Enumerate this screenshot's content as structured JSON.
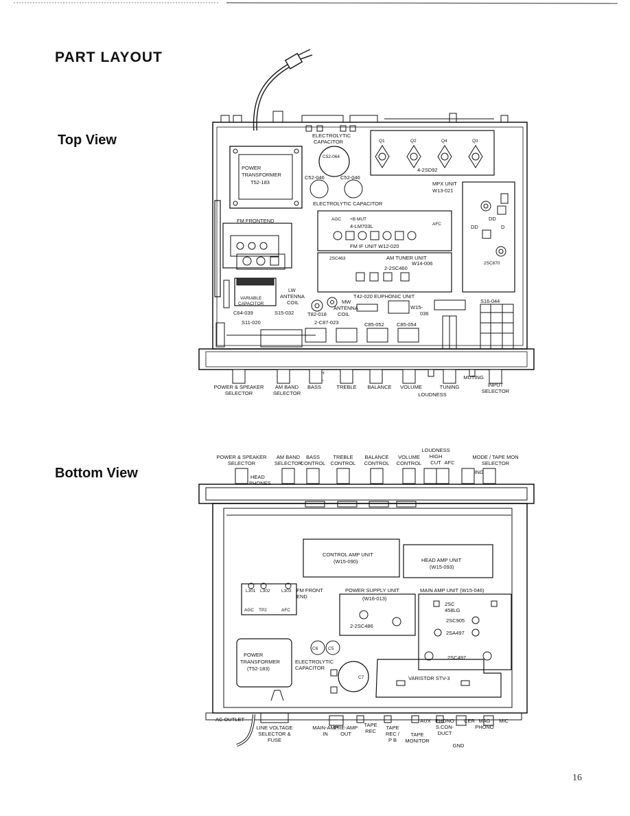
{
  "page": {
    "title": "PART LAYOUT",
    "page_number": "16"
  },
  "top_view": {
    "heading": "Top View",
    "labels": {
      "power_transformer": [
        "POWER",
        "TRANSFORMER",
        "T52-183"
      ],
      "electrolytic_capacitor_top": [
        "ELECTROLYTIC",
        "CAPACITOR"
      ],
      "cap_c52_064": "C52-064",
      "cap_c52_046_a": "C52-046",
      "cap_c52_046_b": "C52-046",
      "electrolytic_capacitor_mid": "ELECTROLYTIC CAPACITOR",
      "transistors_q": [
        "Q1",
        "Q2",
        "Q4",
        "Q3"
      ],
      "transistor_part": "4-2SD92",
      "mpx_unit": [
        "MPX UNIT",
        "W13-021"
      ],
      "fm_frontend": "FM FRONTEND",
      "fm_if_unit_ic": "4-LM703L",
      "fm_if_unit": "FM IF UNIT  W12-020",
      "agc": "AGC",
      "mut": "+B  MUT",
      "afc": "AFC",
      "am_tuner_unit": [
        "AM TUNER UNIT",
        "W14-006"
      ],
      "am_tr1": "2SC463",
      "am_tr2": "2-2SC460",
      "variable_capacitor": [
        "VARIABLE",
        "CAPACITOR"
      ],
      "lw_antenna_coil": [
        "LW",
        "ANTENNA",
        "COIL"
      ],
      "mw_antenna_coil": [
        "MW",
        "ANTENNA",
        "COIL"
      ],
      "euphonic_unit": "T42-020  EUPHONIC UNIT",
      "w15": [
        "W15-",
        "036"
      ],
      "t82": "T82-018",
      "c64": "C64-039",
      "s15": "S15-032",
      "s11": "S11-020",
      "c87": "2-C87-023",
      "c85a": "C85-052",
      "c85b": "C85-054",
      "s16": "S16-044",
      "mpx_tr": "2SC870",
      "controls": [
        [
          "POWER & SPEAKER",
          "SELECTOR"
        ],
        [
          "AM BAND",
          "SELECTOR"
        ],
        [
          "BASS"
        ],
        [
          "TREBLE"
        ],
        [
          "BALANCE"
        ],
        [
          "VOLUME"
        ],
        [
          "LOUDNESS"
        ],
        [
          "TUNING"
        ],
        [
          "MUTING"
        ],
        [
          "INPUT",
          "SELECTOR"
        ]
      ],
      "h_l": [
        "H",
        "L"
      ]
    }
  },
  "bottom_view": {
    "heading": "Bottom View",
    "labels": {
      "top_controls": [
        [
          "POWER & SPEAKER",
          "SELECTOR"
        ],
        [
          "AM BAND",
          "SELECTOR"
        ],
        [
          "BASS",
          "CONTROL"
        ],
        [
          "TREBLE",
          "CONTROL"
        ],
        [
          "BALANCE",
          "CONTROL"
        ],
        [
          "VOLUME",
          "CONTROL"
        ],
        [
          "LOUDNESS",
          "HIGH",
          "CUT"
        ],
        [
          "AFC"
        ],
        [
          "MUTING"
        ],
        [
          "MODE / TAPE MON",
          "SELECTOR"
        ]
      ],
      "head_phones": [
        "HEAD",
        "PHONES"
      ],
      "control_amp_unit": [
        "CONTROL AMP UNIT",
        "(W15-090)"
      ],
      "head_amp_unit": [
        "HEAD AMP UNIT",
        "(W15-093)"
      ],
      "fm_front_end": [
        "FM FRONT",
        "END"
      ],
      "l_labels": [
        "L301",
        "L302",
        "L303"
      ],
      "agc_afc": [
        "AGC",
        "TP2",
        "AFC"
      ],
      "power_supply_unit": [
        "POWER SUPPLY UNIT",
        "(W16-013)"
      ],
      "ps_tr": "2-2SC486",
      "main_amp_unit": "MAIN AMP UNIT (W15-046)",
      "main_tr": [
        "2SC",
        "458LG",
        "2SC905",
        "2SA497",
        "2SC497"
      ],
      "power_transformer": [
        "POWER",
        "TRANSFORMER",
        "(T52-183)"
      ],
      "electrolytic_capacitor": [
        "ELECTROLYTIC",
        "CAPACITOR"
      ],
      "caps": [
        "C6",
        "C5",
        "C7"
      ],
      "varistor": "VARISTOR STV-3",
      "rear": [
        [
          "AC OUTLET"
        ],
        [
          "LINE VOLTAGE",
          "SELECTOR &",
          "FUSE"
        ],
        [
          "MAIN-AMP",
          "IN"
        ],
        [
          "PRE-AMP",
          "OUT"
        ],
        [
          "TAPE",
          "REC"
        ],
        [
          "TAPE",
          "REC /",
          "P B"
        ],
        [
          "TAPE",
          "MONITOR"
        ],
        [
          "AUX"
        ],
        [
          "PHONO",
          "S.CON-",
          "DUCT"
        ],
        [
          "CER"
        ],
        [
          "MAG",
          "PHONO"
        ],
        [
          "MIC"
        ],
        [
          "GND"
        ]
      ]
    }
  }
}
